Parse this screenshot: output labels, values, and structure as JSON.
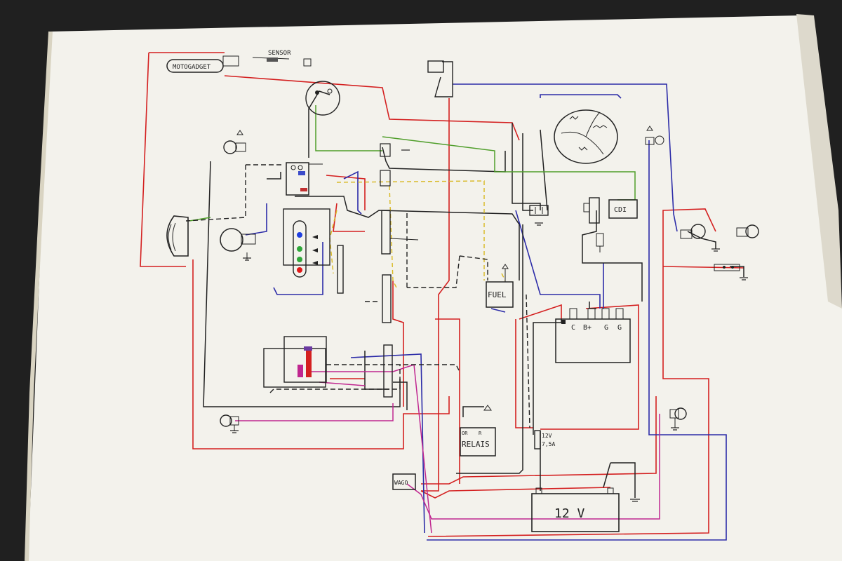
{
  "labels": {
    "motogadget": "MOTOGADGET",
    "sensor": "SENSOR",
    "cdi": "CDI",
    "fuel": "FUEL",
    "relais": "RELAIS",
    "relais_pin_left": "OR",
    "relais_pin_right": "R",
    "wago": "WAGO",
    "fuse_line1": "12V",
    "fuse_line2": "7,5A",
    "battery": "12 V",
    "reg_c": "C",
    "reg_bplus": "B+",
    "reg_g1": "G",
    "reg_g2": "G"
  },
  "colors": {
    "paper": "#f4f3ee",
    "wire_red": "#d42020",
    "wire_blue": "#2c2ca8",
    "wire_black": "#222222",
    "wire_green": "#4f9e2a",
    "wire_magenta": "#c02790",
    "wire_yellow": "#d8b820",
    "wire_brown": "#8a5a2b",
    "led_blue": "#1f3fe0",
    "led_green": "#2fa83a",
    "led_red": "#e01818"
  }
}
